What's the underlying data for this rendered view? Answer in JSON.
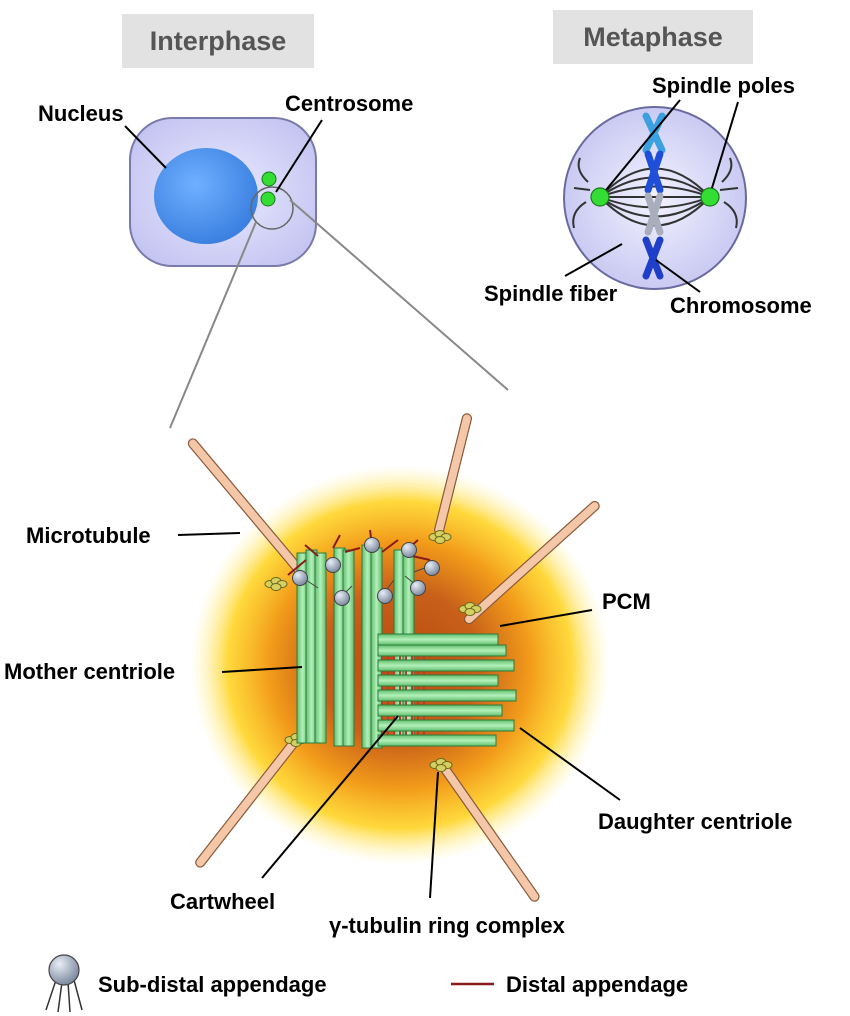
{
  "panels": {
    "interphase": {
      "title": "Interphase"
    },
    "metaphase": {
      "title": "Metaphase"
    }
  },
  "labels": {
    "nucleus": "Nucleus",
    "centrosome": "Centrosome",
    "spindle_poles": "Spindle poles",
    "spindle_fiber": "Spindle fiber",
    "chromosome": "Chromosome",
    "microtubule": "Microtubule",
    "pcm": "PCM",
    "mother_centriole": "Mother centriole",
    "daughter_centriole": "Daughter centriole",
    "cartwheel": "Cartwheel",
    "gamma_tubulin": "γ-tubulin ring complex"
  },
  "legend": {
    "sub_distal": "Sub-distal appendage",
    "distal": "Distal appendage"
  },
  "colors": {
    "cell_fill": "#d4d4f7",
    "nucleus_fill": "#4a90e8",
    "centrosome_green": "#33dd33",
    "microtubule": "#f4c7a8",
    "centriole_green": "#86e090",
    "pcm_core": "#c45a10",
    "pcm_glow": "#ffd21a",
    "distal_red": "#8b1a1a",
    "appendage_gray": "#9aa5b5",
    "ring_yellow": "#c8c85a"
  }
}
